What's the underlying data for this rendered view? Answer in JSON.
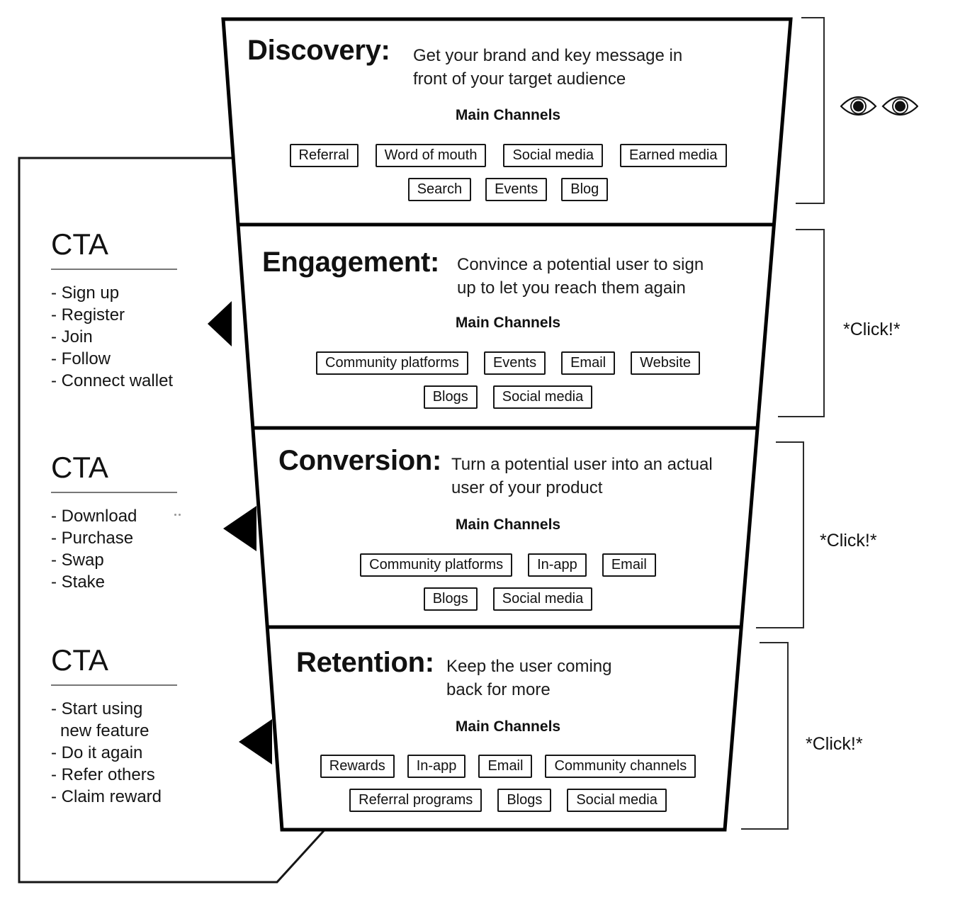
{
  "stages": [
    {
      "title": "Discovery:",
      "description": [
        "Get your brand and key message in",
        "front of your target audience"
      ],
      "channels_label": "Main Channels",
      "channel_rows": [
        [
          "Referral",
          "Word of mouth",
          "Social media",
          "Earned media"
        ],
        [
          "Search",
          "Events",
          "Blog"
        ]
      ],
      "annotation_icon": "eyes-icon"
    },
    {
      "title": "Engagement:",
      "description": [
        "Convince a potential user to sign",
        "up to let you reach them again"
      ],
      "channels_label": "Main Channels",
      "channel_rows": [
        [
          "Community platforms",
          "Events",
          "Email",
          "Website"
        ],
        [
          "Blogs",
          "Social media"
        ]
      ],
      "annotation_label": "*Click!*"
    },
    {
      "title": "Conversion:",
      "description": [
        "Turn a potential user into an actual",
        "user of your product"
      ],
      "channels_label": "Main Channels",
      "channel_rows": [
        [
          "Community platforms",
          "In-app",
          "Email"
        ],
        [
          "Blogs",
          "Social media"
        ]
      ],
      "annotation_label": "*Click!*"
    },
    {
      "title": "Retention:",
      "description": [
        "Keep the user coming",
        "back for more"
      ],
      "channels_label": "Main Channels",
      "channel_rows": [
        [
          "Rewards",
          "In-app",
          "Email",
          "Community channels"
        ],
        [
          "Referral programs",
          "Blogs",
          "Social media"
        ]
      ],
      "annotation_label": "*Click!*"
    }
  ],
  "cta_blocks": [
    {
      "heading": "CTA",
      "items": [
        [
          "- Sign up"
        ],
        [
          "- Register"
        ],
        [
          "- Join"
        ],
        [
          "- Follow"
        ],
        [
          "- Connect wallet"
        ]
      ]
    },
    {
      "heading": "CTA",
      "items": [
        [
          "- Download"
        ],
        [
          "- Purchase"
        ],
        [
          "- Swap"
        ],
        [
          "- Stake"
        ]
      ]
    },
    {
      "heading": "CTA",
      "items": [
        [
          "- Start using",
          "new feature"
        ],
        [
          "- Do it again"
        ],
        [
          "- Refer others"
        ],
        [
          "- Claim reward"
        ]
      ]
    }
  ],
  "colors": {
    "ink": "#111111",
    "outline": "#000000",
    "bracket": "#2b2b2b",
    "rule": "#777777"
  }
}
